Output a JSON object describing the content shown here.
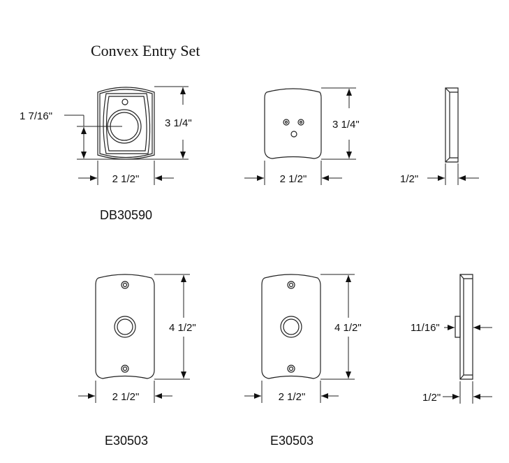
{
  "title": "Convex Entry Set",
  "products": [
    {
      "model": "DB30590",
      "height": "3 1/4\"",
      "width": "2 1/2\"",
      "center": "1 7/16\""
    },
    {
      "height": "3 1/4\"",
      "width": "2 1/2\""
    },
    {
      "depth": "1/2\""
    },
    {
      "model": "E30503",
      "height": "4 1/2\"",
      "width": "2 1/2\""
    },
    {
      "model": "E30503",
      "height": "4 1/2\"",
      "width": "2 1/2\""
    },
    {
      "projection": "11/16\"",
      "depth": "1/2\""
    }
  ]
}
